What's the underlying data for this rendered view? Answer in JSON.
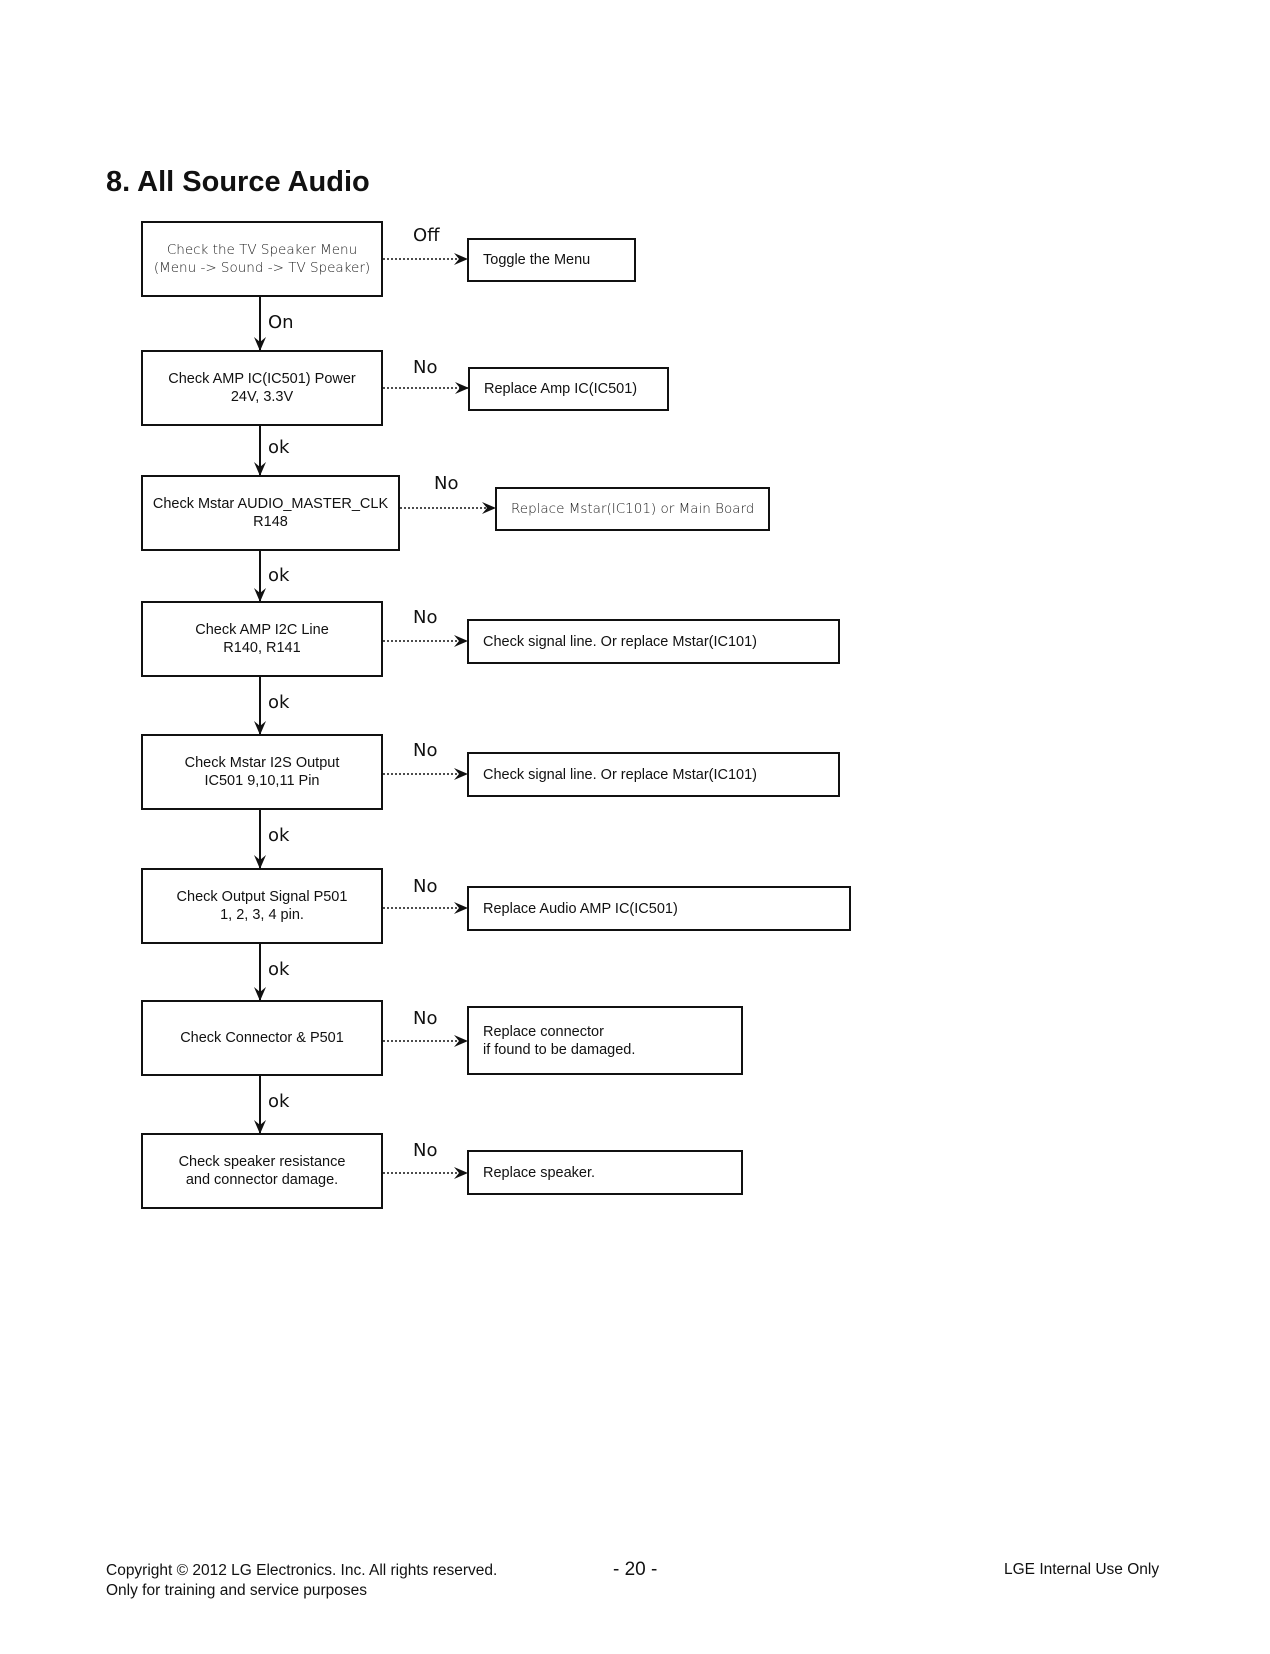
{
  "title": "8. All Source Audio",
  "steps": [
    {
      "lines": [
        "Check the TV Speaker Menu",
        "(Menu -> Sound -> TV Speaker)"
      ],
      "fail_label": "Off",
      "action": [
        "Toggle the Menu"
      ],
      "next_label": "On"
    },
    {
      "lines": [
        "Check AMP IC(IC501) Power",
        "24V, 3.3V"
      ],
      "fail_label": "No",
      "action": [
        "Replace Amp IC(IC501)"
      ],
      "next_label": "ok"
    },
    {
      "lines": [
        "Check Mstar AUDIO_MASTER_CLK",
        "R148"
      ],
      "fail_label": "No",
      "action": [
        "Replace Mstar(IC101) or Main Board"
      ],
      "next_label": "ok"
    },
    {
      "lines": [
        "Check AMP I2C Line",
        "R140, R141"
      ],
      "fail_label": "No",
      "action": [
        "Check signal line. Or replace Mstar(IC101)"
      ],
      "next_label": "ok"
    },
    {
      "lines": [
        "Check Mstar I2S Output",
        "IC501 9,10,11 Pin"
      ],
      "fail_label": "No",
      "action": [
        "Check signal line. Or replace Mstar(IC101)"
      ],
      "next_label": "ok"
    },
    {
      "lines": [
        "Check Output Signal P501",
        "1, 2, 3, 4 pin."
      ],
      "fail_label": "No",
      "action": [
        "Replace Audio AMP IC(IC501)"
      ],
      "next_label": "ok"
    },
    {
      "lines": [
        "Check Connector & P501"
      ],
      "fail_label": "No",
      "action": [
        "Replace connector",
        "if found to be damaged."
      ],
      "next_label": "ok"
    },
    {
      "lines": [
        "Check speaker resistance",
        "and connector damage."
      ],
      "fail_label": "No",
      "action": [
        "Replace speaker."
      ]
    }
  ],
  "footer": {
    "copyright": "Copyright  © 2012  LG Electronics. Inc. All rights reserved.",
    "purpose": "Only for training and service purposes",
    "page_number": "- 20 -",
    "classification": "LGE Internal Use Only"
  }
}
